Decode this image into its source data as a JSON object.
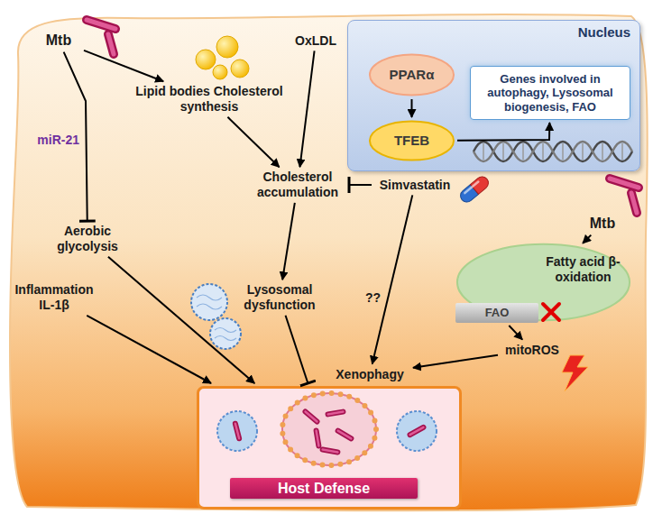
{
  "diagram": {
    "nodes": [
      {
        "text": [
          "Mtb"
        ]
      },
      {
        "text": [
          "Lipid bodies Cholesterol synthesis"
        ]
      },
      {
        "text": [
          "OxLDL"
        ]
      },
      {
        "text": [
          "Nucleus"
        ]
      },
      {
        "text": [
          "PPARα"
        ],
        "in": 3
      },
      {
        "text": [
          "TFEB"
        ],
        "in": 3
      },
      {
        "text": [
          "Genes involved in autophagy, Lysosomal biogenesis, FAO"
        ],
        "in": 3
      },
      {
        "text": [
          "Cholesterol accumulation"
        ]
      },
      {
        "text": [
          "Simvastatin"
        ]
      },
      {
        "text": [
          "Aerobic glycolysis"
        ]
      },
      {
        "text": [
          "Mtb"
        ]
      },
      {
        "text": [
          "Fatty acid β-oxidation"
        ]
      },
      {
        "text": [
          "FAO"
        ]
      },
      {
        "text": [
          "Lysosomal dysfunction"
        ]
      },
      {
        "text": [
          "Inflammation IL-1β"
        ]
      },
      {
        "text": [
          "mitoROS"
        ]
      },
      {
        "text": [
          "Xenophagy"
        ]
      },
      {
        "text": [
          "Host Defense"
        ]
      }
    ],
    "edges": [
      {
        "from": 0,
        "to": 1,
        "arrow": "to"
      },
      {
        "from": 0,
        "to": 9,
        "label": "miR-21",
        "arrow": "to"
      },
      {
        "from": 1,
        "to": 7,
        "arrow": "to"
      },
      {
        "from": 2,
        "to": 7,
        "arrow": "to"
      },
      {
        "from": 8,
        "to": 7,
        "arrow": "to"
      },
      {
        "from": 4,
        "to": 5,
        "arrow": "to"
      },
      {
        "from": 5,
        "to": 6,
        "arrow": "to"
      },
      {
        "from": 7,
        "to": 13,
        "arrow": "to"
      },
      {
        "from": 13,
        "to": 17,
        "arrow": "to"
      },
      {
        "from": 9,
        "to": 17,
        "arrow": "to"
      },
      {
        "from": 14,
        "to": 17,
        "arrow": "to"
      },
      {
        "from": 8,
        "to": 16,
        "label": "??",
        "arrow": "to"
      },
      {
        "from": 10,
        "to": 11,
        "arrow": "to"
      },
      {
        "from": 12,
        "to": 15,
        "arrow": "to"
      },
      {
        "from": 15,
        "to": 16,
        "arrow": "to"
      }
    ]
  }
}
